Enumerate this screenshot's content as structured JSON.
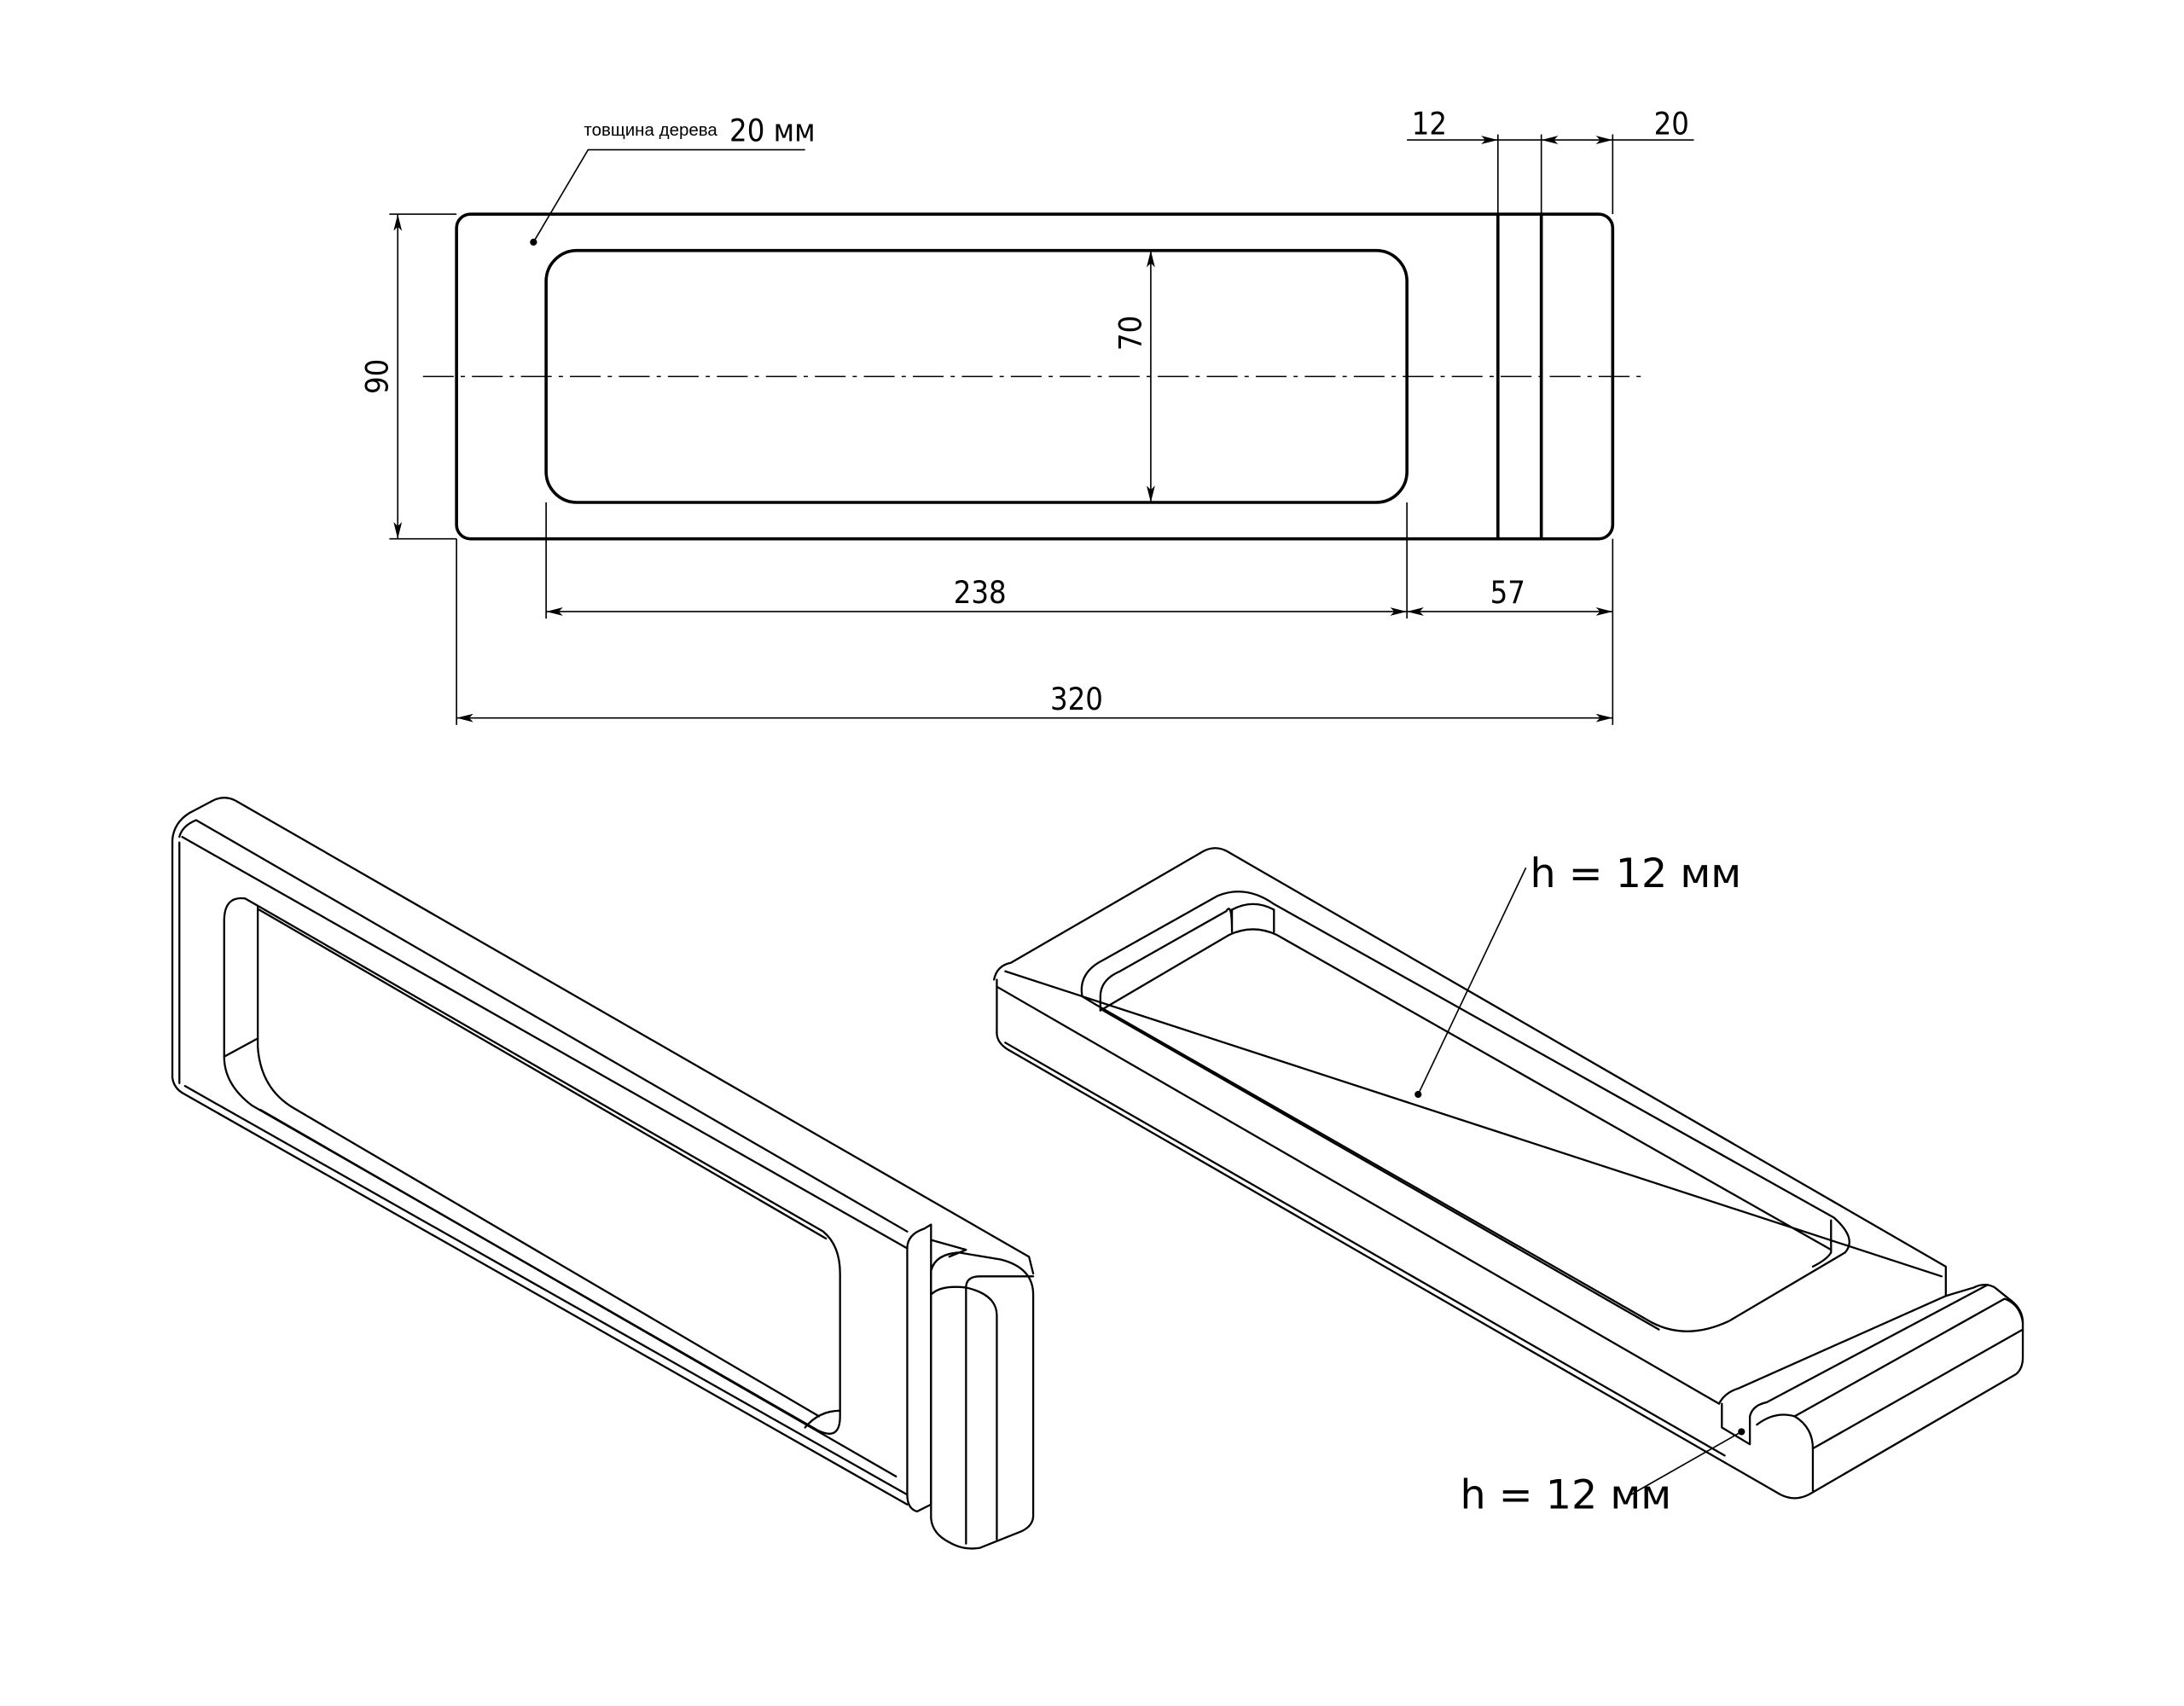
{
  "top_view": {
    "material_note": "товщина дерева",
    "material_value": "20 мм",
    "dimensions": {
      "height": "90",
      "inner_height": "70",
      "inner_length": "238",
      "end_length": "57",
      "total_length": "320",
      "slot_width": "12",
      "end_block": "20"
    }
  },
  "iso_views": {
    "recess_depth_label": "h = 12 мм",
    "slot_depth_label": "h = 12 мм"
  }
}
